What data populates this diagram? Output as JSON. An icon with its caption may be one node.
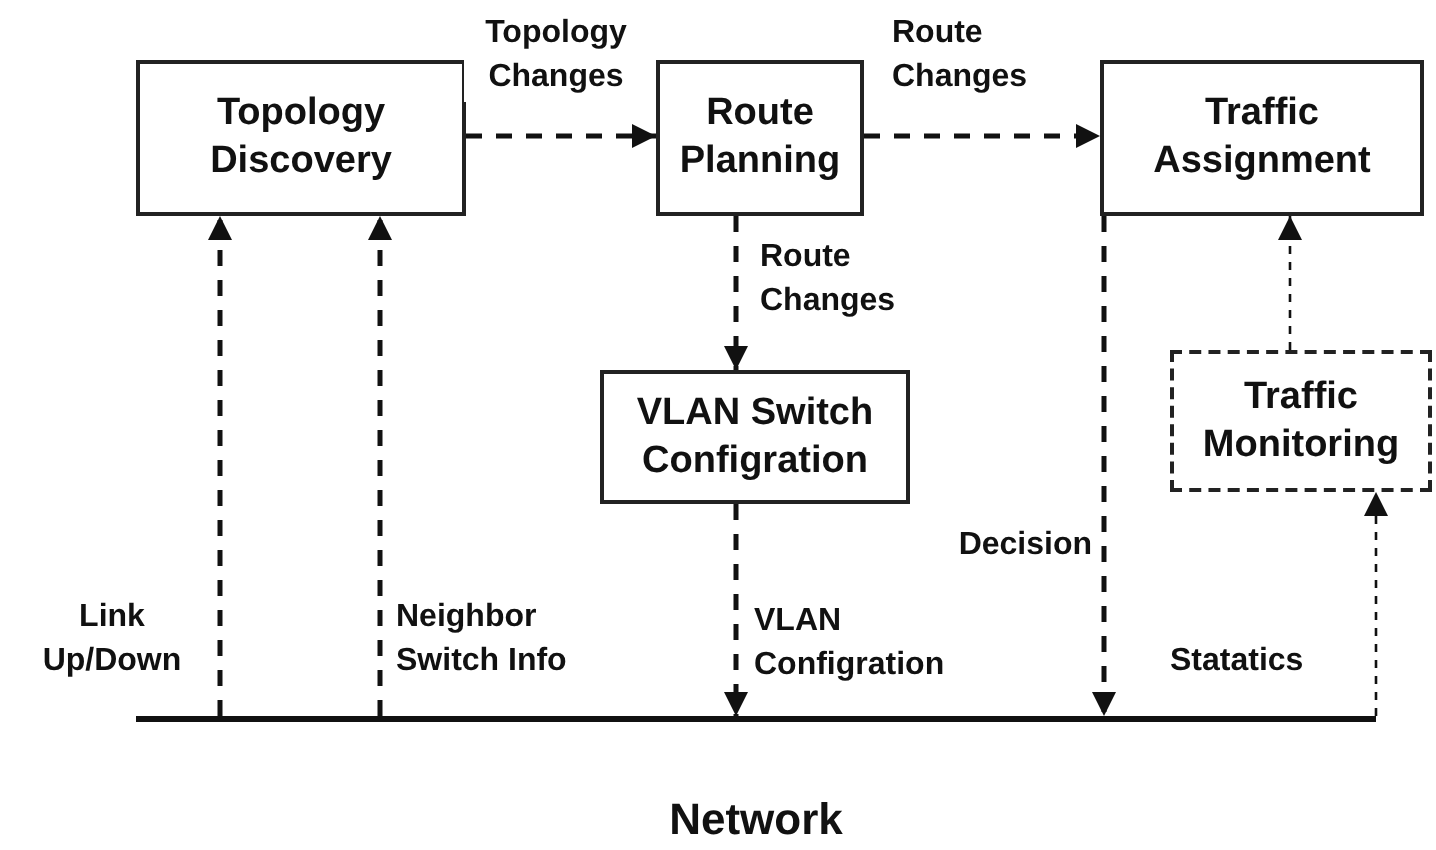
{
  "diagram": {
    "nodes": [
      {
        "text": [
          "Topology Discovery"
        ]
      },
      {
        "text": [
          "Route Planning"
        ]
      },
      {
        "text": [
          "Traffic Assignment"
        ]
      },
      {
        "text": [
          "VLAN Switch Configration"
        ]
      },
      {
        "text": [
          "Traffic Monitoring"
        ]
      },
      {
        "text": [
          "Network"
        ]
      }
    ],
    "edges": [
      {
        "from": 0,
        "to": 1,
        "arrow": "to",
        "label": "Topology Changes",
        "style": "dashed"
      },
      {
        "from": 1,
        "to": 2,
        "arrow": "to",
        "label": "Route Changes",
        "style": "dashed"
      },
      {
        "from": 1,
        "to": 3,
        "arrow": "to",
        "label": "Route Changes",
        "style": "dashed"
      },
      {
        "from": 3,
        "to": 5,
        "arrow": "to",
        "label": "VLAN Configration",
        "style": "dashed"
      },
      {
        "from": 2,
        "to": 5,
        "arrow": "to",
        "label": "Decision",
        "style": "dashed"
      },
      {
        "from": 5,
        "to": 0,
        "arrow": "to",
        "label": "Link Up/Down",
        "style": "dashed"
      },
      {
        "from": 5,
        "to": 0,
        "arrow": "to",
        "label": "Neighbor Switch Info",
        "style": "dashed"
      },
      {
        "from": 5,
        "to": 4,
        "arrow": "to",
        "label": "Statatics",
        "style": "dashed"
      },
      {
        "from": 4,
        "to": 2,
        "arrow": "to",
        "style": "dashed"
      }
    ]
  }
}
